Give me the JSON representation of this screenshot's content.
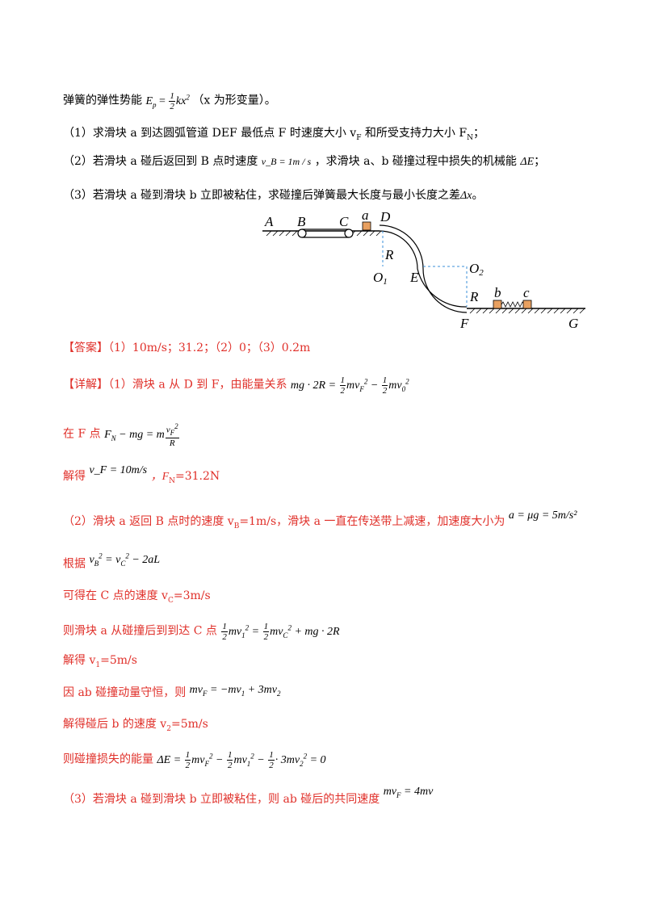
{
  "intro": {
    "text_before": "弹簧的弹性势能",
    "formula_lhs": "E",
    "formula_lhs_sub": "p",
    "formula_eq": " = ",
    "frac_num": "1",
    "frac_den": "2",
    "formula_rhs": "kx",
    "formula_rhs_sup": "2",
    "note": "（x 为形变量）。"
  },
  "questions": [
    {
      "id": "q1",
      "text": "（1）求滑块 a 到达圆弧管道 DEF 最低点 F 时速度大小 v",
      "sub": "F",
      "tail": " 和所受支持力大小 F",
      "tail_sub": "N",
      "end": "；"
    },
    {
      "id": "q2",
      "pre": "（2）若滑块 a 碰后返回到 B 点时速度",
      "math": "v_B = 1m / s",
      "post": "，求滑块 a、b 碰撞过程中损失的机械能",
      "math2": "ΔE",
      "end": "；"
    },
    {
      "id": "q3",
      "pre": "（3）若滑块 a 碰到滑块 b 立即被粘住，求碰撞后弹簧最大长度与最小长度之差",
      "math": "Δx",
      "end": "。"
    }
  ],
  "diagram_labels": {
    "A": "A",
    "B": "B",
    "C": "C",
    "a": "a",
    "D": "D",
    "R1": "R",
    "O1": "O",
    "O1_sub": "1",
    "E": "E",
    "O2": "O",
    "O2_sub": "2",
    "R2": "R",
    "b": "b",
    "c": "c",
    "F": "F",
    "G": "G"
  },
  "answer": {
    "tag": "【答案】",
    "text": "（1）10m/s；31.2；（2）0；（3）0.2m"
  },
  "solution": {
    "tag": "【详解】",
    "s1": {
      "text": "（1）滑块 a 从 D 到 F，由能量关系",
      "math": "mg · 2R = ½mv_F² − ½mv_0²"
    },
    "s2": {
      "text": "在 F 点",
      "math": "F_N − mg = m v_F²/R"
    },
    "s3": {
      "text": "解得",
      "math": "v_F = 10m/s",
      "tail": "，F",
      "tail_sub": "N",
      "tail_end": "=31.2N"
    },
    "s4": {
      "text": "（2）滑块 a 返回 B 点时的速度 v",
      "sub": "B",
      "text2": "=1m/s，滑块 a 一直在传送带上减速，加速度大小为",
      "math": "a = μg = 5m/s²"
    },
    "s5": {
      "text": "根据",
      "math": "v_B² = v_C² − 2aL"
    },
    "s6": {
      "text": "可得在 C 点的速度 v",
      "sub": "C",
      "tail": "=3m/s"
    },
    "s7": {
      "text": "则滑块 a 从碰撞后到到达 C 点",
      "math": "½mv_1² = ½mv_C² + mg · 2R"
    },
    "s8": {
      "text": "解得 v",
      "sub": "1",
      "tail": "=5m/s"
    },
    "s9": {
      "text": "因 ab 碰撞动量守恒，则",
      "math": "mv_F = −mv_1 + 3mv_2"
    },
    "s10": {
      "text": "解得碰后 b 的速度 v",
      "sub": "2",
      "tail": "=5m/s"
    },
    "s11": {
      "text": "则碰撞损失的能量",
      "math": "ΔE = ½mv_F² − ½mv_1² − ½ · 3mv_2² = 0"
    },
    "s12": {
      "text": "（3）若滑块 a 碰到滑块 b 立即被粘住，则 ab 碰后的共同速度",
      "math": "mv_F = 4mv"
    }
  },
  "colors": {
    "answer_red": "#e0302a",
    "block_orange": "#e8a060",
    "dashed_blue": "#3a8fd8"
  }
}
